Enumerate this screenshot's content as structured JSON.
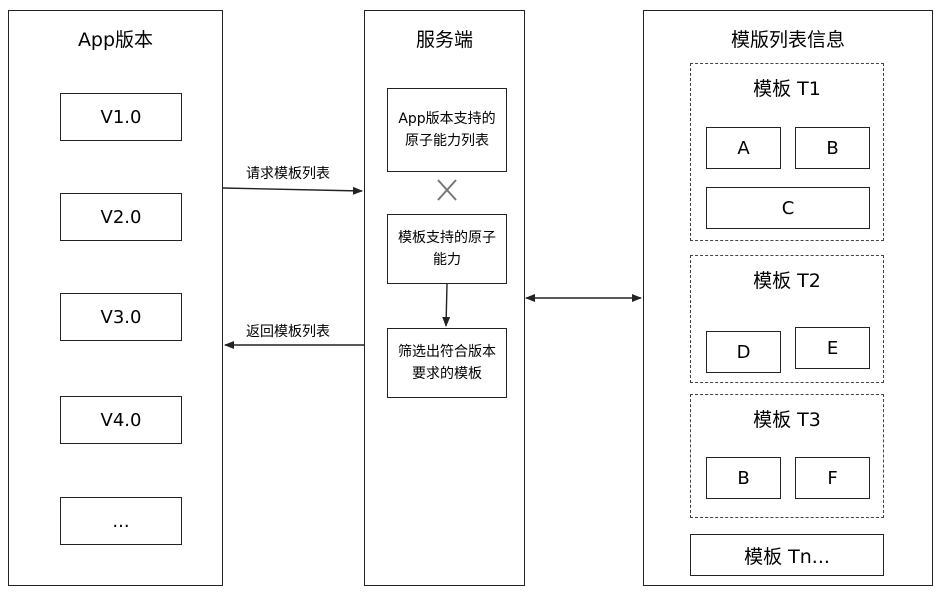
{
  "app_column": {
    "title": "App版本",
    "versions": [
      "V1.0",
      "V2.0",
      "V3.0",
      "V4.0",
      "..."
    ]
  },
  "server_column": {
    "title": "服务端",
    "box_app_abilities": "App版本支持的原子能力列表",
    "box_template_abilities": "模板支持的原子能力",
    "box_filter": "筛选出符合版本要求的模板"
  },
  "arrows": {
    "request": "请求模板列表",
    "response": "返回模板列表"
  },
  "template_column": {
    "title": "模版列表信息",
    "templates": [
      {
        "title": "模板 T1",
        "items": [
          "A",
          "B",
          "C"
        ]
      },
      {
        "title": "模板 T2",
        "items": [
          "D",
          "E"
        ]
      },
      {
        "title": "模板 T3",
        "items": [
          "B",
          "F"
        ]
      }
    ],
    "more": "模板 Tn..."
  }
}
